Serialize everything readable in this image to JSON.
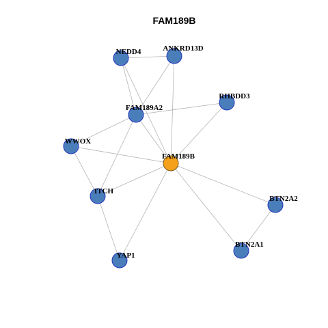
{
  "title": "FAM189B",
  "colors": {
    "center_fill": "#f5a11b",
    "center_stroke": "#7a5a1e",
    "node_fill": "#4a7ebb",
    "node_stroke": "#2233bb",
    "edge": "#b3b3b3"
  },
  "nodes": [
    {
      "id": "FAM189B",
      "label": "FAM189B",
      "center": true
    },
    {
      "id": "NEDD4",
      "label": "NEDD4"
    },
    {
      "id": "ANKRD13D",
      "label": "ANKRD13D"
    },
    {
      "id": "FAM189A2",
      "label": "FAM189A2"
    },
    {
      "id": "RHBDD3",
      "label": "RHBDD3"
    },
    {
      "id": "WWOX",
      "label": "WWOX"
    },
    {
      "id": "ITCH",
      "label": "ITCH"
    },
    {
      "id": "YAP1",
      "label": "YAP1"
    },
    {
      "id": "BTN2A2",
      "label": "BTN2A2"
    },
    {
      "id": "BTN2A1",
      "label": "BTN2A1"
    }
  ],
  "edges": [
    [
      "NEDD4",
      "ANKRD13D"
    ],
    [
      "NEDD4",
      "FAM189A2"
    ],
    [
      "NEDD4",
      "FAM189B"
    ],
    [
      "ANKRD13D",
      "FAM189A2"
    ],
    [
      "ANKRD13D",
      "FAM189B"
    ],
    [
      "FAM189A2",
      "RHBDD3"
    ],
    [
      "FAM189A2",
      "WWOX"
    ],
    [
      "FAM189A2",
      "FAM189B"
    ],
    [
      "FAM189A2",
      "ITCH"
    ],
    [
      "RHBDD3",
      "FAM189B"
    ],
    [
      "WWOX",
      "FAM189B"
    ],
    [
      "WWOX",
      "ITCH"
    ],
    [
      "ITCH",
      "FAM189B"
    ],
    [
      "ITCH",
      "YAP1"
    ],
    [
      "YAP1",
      "FAM189B"
    ],
    [
      "FAM189B",
      "BTN2A2"
    ],
    [
      "FAM189B",
      "BTN2A1"
    ],
    [
      "BTN2A2",
      "BTN2A1"
    ]
  ]
}
